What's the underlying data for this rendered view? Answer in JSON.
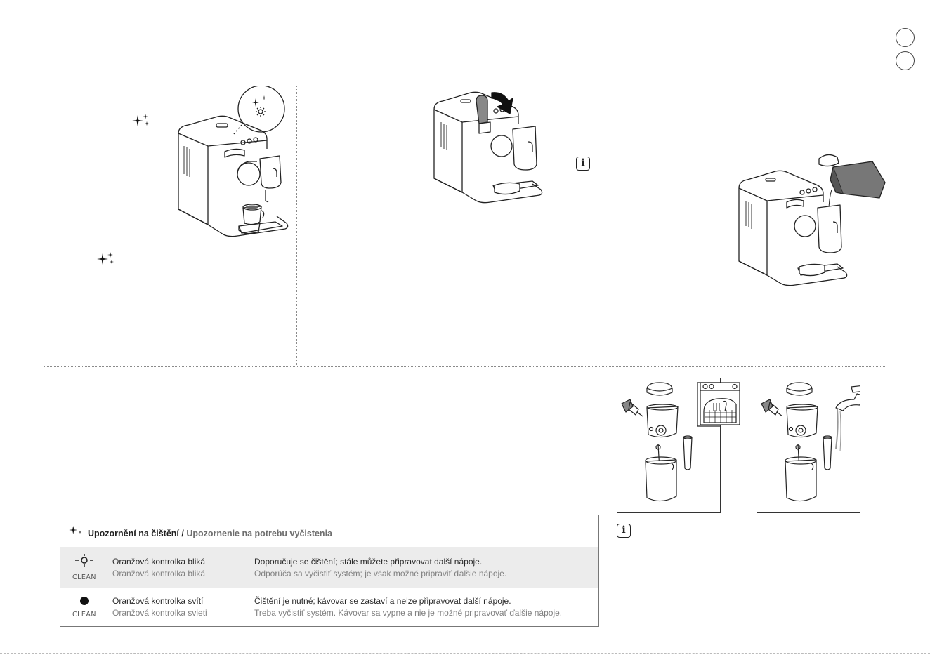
{
  "clean_alert_table": {
    "title_cz": "Upozornění na čištění",
    "title_separator": " / ",
    "title_sk": "Upozornenie na potrebu vyčistenia",
    "rows": [
      {
        "lamp_label": "CLEAN",
        "status_cz": "Oranžová kontrolka bliká",
        "status_sk": "Oranžová kontrolka bliká",
        "desc_cz": "Doporučuje se čištění; stále můžete připravovat další nápoje.",
        "desc_sk": "Odporúča sa vyčistiť systém; je však možné pripraviť ďalšie nápoje."
      },
      {
        "lamp_label": "CLEAN",
        "status_cz": "Oranžová kontrolka svítí",
        "status_sk": "Oranžová kontrolka svieti",
        "desc_cz": "Čištění je nutné; kávovar se zastaví a nelze připravovat další nápoje.",
        "desc_sk": "Treba vyčistiť systém. Kávovar sa vypne a nie je možné pripravovať ďalšie nápoje."
      }
    ]
  },
  "icons": {
    "sparkle": "sparkle-icon",
    "info": "info-icon",
    "blinking_lamp": "blinking-lamp-icon",
    "steady_lamp": "steady-lamp-icon"
  },
  "colors": {
    "line": "#222222",
    "muted_text": "#808080",
    "shaded_row": "#ececec"
  }
}
